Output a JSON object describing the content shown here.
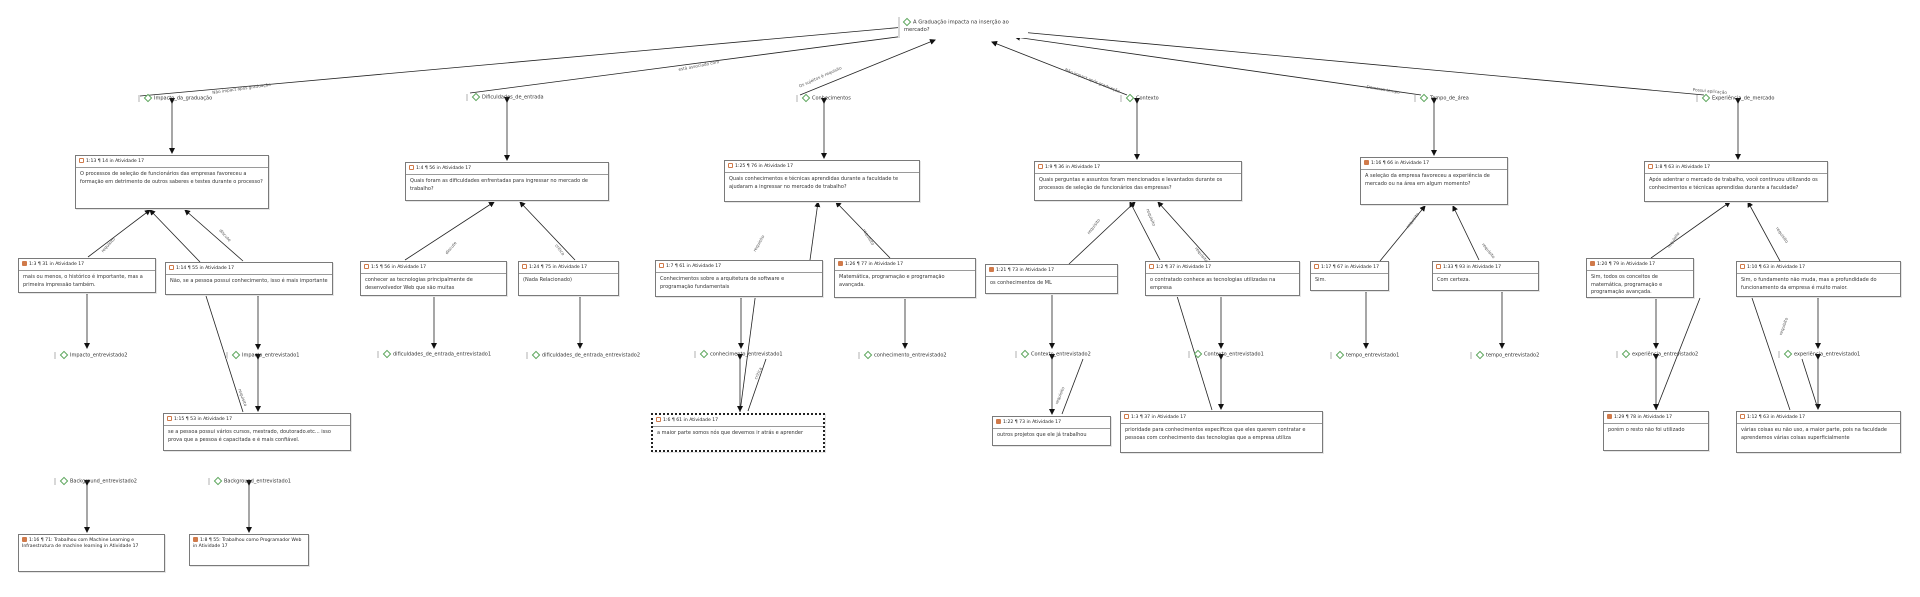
{
  "root": "A Graduação impacta na inserção ao mercado?",
  "edge_labels": {
    "e1": "Não impact após graduação",
    "e2": "está associado com",
    "e3": "Os sujeitos é requisito",
    "e4": "Não impact após graduação",
    "e5": "Demarca tempo",
    "e6": "Possui aplicação",
    "p1": "requisito",
    "p2": "discute",
    "p3": "discute",
    "p4": "critica",
    "p5": "requisito",
    "p6": "requisito",
    "p7": "requisito",
    "p8": "requisito",
    "p9": "requisito",
    "p10": "requisito",
    "p11": "requisito",
    "p12": "requisito",
    "p13": "requisito",
    "p14": "critica",
    "p15": "requisito",
    "p16": "requisito"
  },
  "codes": {
    "impacto_graduacao": "Impacto_da_graduação",
    "dificuldades": "Dificuldades_de_entrada",
    "conhecimentos": "Conhecimentos",
    "contexto": "Contexto",
    "tempo_area": "Tempo_de_área",
    "experiencia": "Experiência_de_mercado",
    "impacto_e2": "Impacto_entrevistado2",
    "impacto_e1": "Impacto_entrevistado1",
    "dificuldades_e1": "dificuldades_de_entrada_entrevistado1",
    "dificuldades_e2": "dificuldades_de_entrada_entrevistado2",
    "conhecimento_e1": "conhecimento_entrevistado1",
    "conhecimento_e2": "conhecimento_entrevistado2",
    "contexto_e2": "Contexto_entrevistado2",
    "contexto_e1": "Contexto_entrevistado1",
    "tempo_e1": "tempo_entrevistado1",
    "tempo_e2": "tempo_entrevistado2",
    "experiencia_e2": "experiência_entrevistado2",
    "experiencia_e1": "experiência_entrevistado1",
    "background_e2": "Background_entrevistado2",
    "background_e1": "Background_entrevistado1"
  },
  "quotes": {
    "q1": {
      "header": "1:13 ¶ 14 in Atividade 17",
      "text": "O processos de seleção de funcionários das empresas favoreceu a formação em detrimento de outros saberes e testes durante o processo?"
    },
    "q2": {
      "header": "1:4 ¶ 56 in Atividade 17",
      "text": "Quais foram as dificuldades enfrentadas para ingressar no mercado de trabalho?"
    },
    "q3": {
      "header": "1:25 ¶ 76 in Atividade 17",
      "text": "Quais conhecimentos e técnicas aprendidas durante a faculdade te ajudaram a ingressar no mercado de trabalho?"
    },
    "q4": {
      "header": "1:9 ¶ 36 in Atividade 17",
      "text": "Quais perguntas e assuntos foram mencionados e levantados durante os processos de seleção de funcionários das empresas?"
    },
    "q5": {
      "header": "1:16 ¶ 66 in Atividade 17",
      "text": "A seleção da empresa favoreceu a experiência de mercado ou na área em algum momento?"
    },
    "q6": {
      "header": "1:8 ¶ 63 in Atividade 17",
      "text": "Após adentrar o mercado de trabalho, você continuou utilizando os conhecimentos e técnicas aprendidas durante a faculdade?"
    },
    "q7": {
      "header": "1:3 ¶ 31 in Atividade 17",
      "text": "mais ou menos, o histórico é importante, mas a primeira impressão também."
    },
    "q8": {
      "header": "1:14 ¶ 55 in Atividade 17",
      "text": "Não, se a pessoa possui conhecimento, isso é mais importante"
    },
    "q9": {
      "header": "1:5 ¶ 56 in Atividade 17",
      "text": "conhecer as tecnologias principalmente de desenvolvedor Web que são muitas"
    },
    "q10": {
      "header": "1:24 ¶ 75 in Atividade 17",
      "text": "(Nada Relacionado)"
    },
    "q11": {
      "header": "1:7 ¶ 61 in Atividade 17",
      "text": "Conhecimentos sobre a arquitetura de software e programação fundamentais"
    },
    "q12": {
      "header": "1:26 ¶ 77 in Atividade 17",
      "text": "Matemática, programação e programação avançada."
    },
    "q13": {
      "header": "1:21 ¶ 73 in Atividade 17",
      "text": "os conhecimentos de ML"
    },
    "q14": {
      "header": "1:2 ¶ 37 in Atividade 17",
      "text": "o contratado conhece as tecnologias utilizadas na empresa"
    },
    "q15": {
      "header": "1:17 ¶ 67 in Atividade 17",
      "text": "Sim."
    },
    "q16": {
      "header": "1:33 ¶ 93 in Atividade 17",
      "text": "Com certeza."
    },
    "q17": {
      "header": "1:20 ¶ 79 in Atividade 17",
      "text": "Sim, todos os conceitos de matemática, programação e programação avançada."
    },
    "q18": {
      "header": "1:10 ¶ 63 in Atividade 17",
      "text": "Sim, o fundamento não muda, mas a profundidade do funcionamento da empresa é muito maior."
    },
    "q19": {
      "header": "1:15 ¶ 53 in Atividade 17",
      "text": "se a pessoa possui vários cursos, mestrado, doutorado.etc... isso prova que a pessoa é capacitada e é mais confiável."
    },
    "q20": {
      "header": "1:6 ¶ 61 in Atividade 17",
      "text": "a maior parte somos nós que devemos ir atrás e aprender"
    },
    "q21": {
      "header": "1:22 ¶ 73 in Atividade 17",
      "text": "outros projetos que ele já trabalhou"
    },
    "q22": {
      "header": "1:3 ¶ 37 in Atividade 17",
      "text": "prioridade para conhecimentos específicos que eles querem contratar e pessoas com conhecimento das tecnologias que a empresa utiliza"
    },
    "q23": {
      "header": "1:29 ¶ 78 in Atividade 17",
      "text": "porém o resto não foi utilizado"
    },
    "q24": {
      "header": "1:12 ¶ 63 in Atividade 17",
      "text": "várias coisas eu não uso, a maior parte, pois na faculdade aprendemos várias coisas superficialmente"
    },
    "q25": {
      "header": "1:16 ¶ 71: Trabalhou com Machine Learning e Infraestrutura de machine learning in Atividade 17",
      "text": ""
    },
    "q26": {
      "header": "1:8 ¶ 55: Trabalhou como Programador Web in Atividade 17",
      "text": ""
    }
  }
}
